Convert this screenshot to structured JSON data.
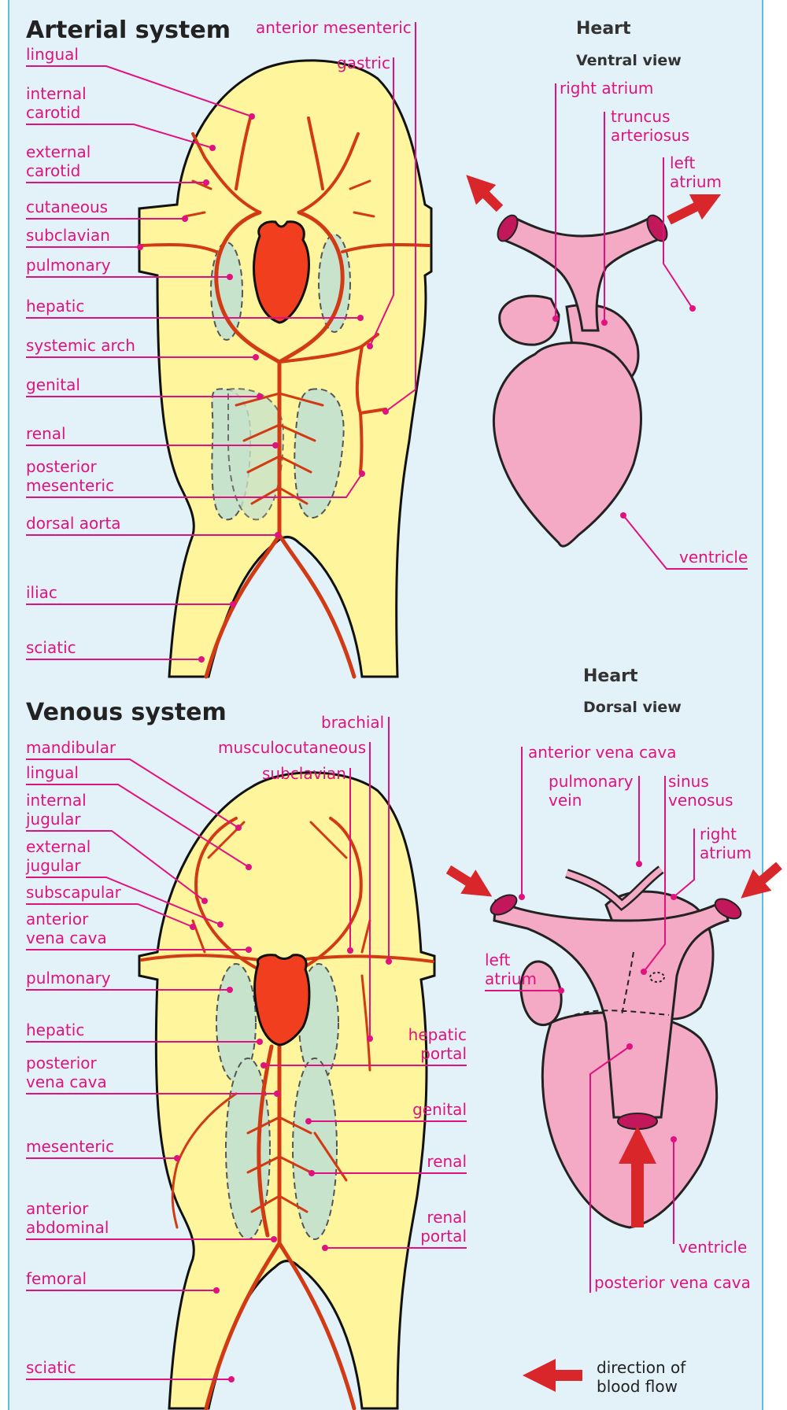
{
  "arterial": {
    "title": "Arterial system",
    "labels": {
      "lingual": "lingual",
      "internal_carotid": [
        "internal",
        "carotid"
      ],
      "external_carotid": [
        "external",
        "carotid"
      ],
      "cutaneous": "cutaneous",
      "subclavian": "subclavian",
      "pulmonary": "pulmonary",
      "hepatic": "hepatic",
      "systemic_arch": "systemic arch",
      "genital": "genital",
      "renal": "renal",
      "posterior_mesenteric": [
        "posterior",
        "mesenteric"
      ],
      "dorsal_aorta": "dorsal aorta",
      "iliac": "iliac",
      "sciatic": "sciatic",
      "anterior_mesenteric": "anterior mesenteric",
      "gastric": "gastric"
    }
  },
  "heart_ventral": {
    "title": "Heart",
    "subtitle": "Ventral view",
    "labels": {
      "right_atrium": "right atrium",
      "truncus_arteriosus": [
        "truncus",
        "arteriosus"
      ],
      "left_atrium": [
        "left",
        "atrium"
      ],
      "ventricle": "ventricle"
    }
  },
  "venous": {
    "title": "Venous system",
    "labels": {
      "mandibular": "mandibular",
      "lingual": "lingual",
      "internal_jugular": [
        "internal",
        "jugular"
      ],
      "external_jugular": [
        "external",
        "jugular"
      ],
      "subscapular": "subscapular",
      "anterior_vena_cava": [
        "anterior",
        "vena cava"
      ],
      "pulmonary": "pulmonary",
      "hepatic": "hepatic",
      "posterior_vena_cava": [
        "posterior",
        "vena cava"
      ],
      "mesenteric": "mesenteric",
      "anterior_abdominal": [
        "anterior",
        "abdominal"
      ],
      "femoral": "femoral",
      "sciatic": "sciatic",
      "brachial": "brachial",
      "musculocutaneous": "musculocutaneous",
      "subclavian": "subclavian",
      "hepatic_portal": [
        "hepatic",
        "portal"
      ],
      "genital": "genital",
      "renal": "renal",
      "renal_portal": [
        "renal",
        "portal"
      ]
    }
  },
  "heart_dorsal": {
    "title": "Heart",
    "subtitle": "Dorsal view",
    "labels": {
      "anterior_vena_cava": "anterior vena cava",
      "pulmonary_vein": [
        "pulmonary",
        "vein"
      ],
      "sinus_venosus": [
        "sinus",
        "venosus"
      ],
      "right_atrium": [
        "right",
        "atrium"
      ],
      "left_atrium": [
        "left",
        "atrium"
      ],
      "ventricle": "ventricle",
      "posterior_vena_cava": "posterior vena cava"
    }
  },
  "legend": {
    "text": [
      "direction of",
      "blood flow"
    ]
  },
  "colors": {
    "background": "#e3f2f9",
    "frog_body": "#fff59d",
    "vessel": "#d23a14",
    "heart_frog": "#f03e1e",
    "organ": "#c8e3cc",
    "heart_pink": "#f4a9c4",
    "label": "#e0127f",
    "arrow": "#d8262b"
  }
}
